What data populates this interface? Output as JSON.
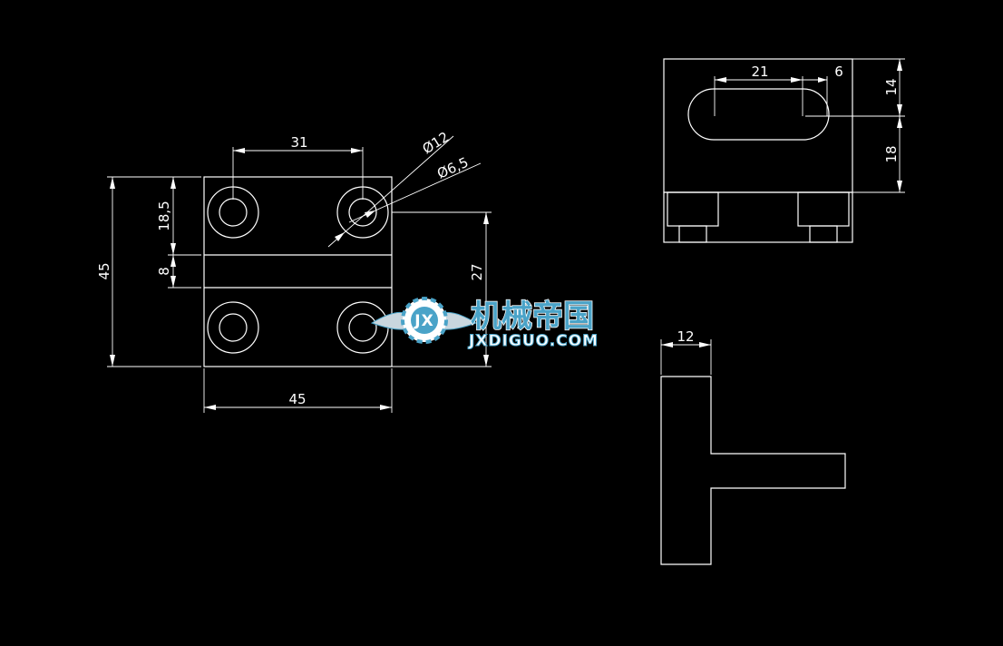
{
  "drawing": {
    "colors": {
      "background": "#000000",
      "line": "#ffffff",
      "logo_blue": "#4aa3c8",
      "logo_steel": "#c9d6de"
    },
    "top_view": {
      "dim_width_top": "31",
      "dim_height_total": "45",
      "dim_upper_block": "18,5",
      "dim_slot": "8",
      "dim_hole_center": "27",
      "dim_width_bottom": "45",
      "dim_dia_outer": "Ø12",
      "dim_dia_inner": "Ø6,5"
    },
    "side_view": {
      "dim_slot_length": "21",
      "dim_slot_radius": "6",
      "dim_upper": "14",
      "dim_lower": "18"
    },
    "t_view": {
      "dim_stem": "12"
    },
    "watermark": {
      "text_cn": "机械帝国",
      "text_en": "JXDIGUO.COM",
      "badge": "JX"
    }
  }
}
